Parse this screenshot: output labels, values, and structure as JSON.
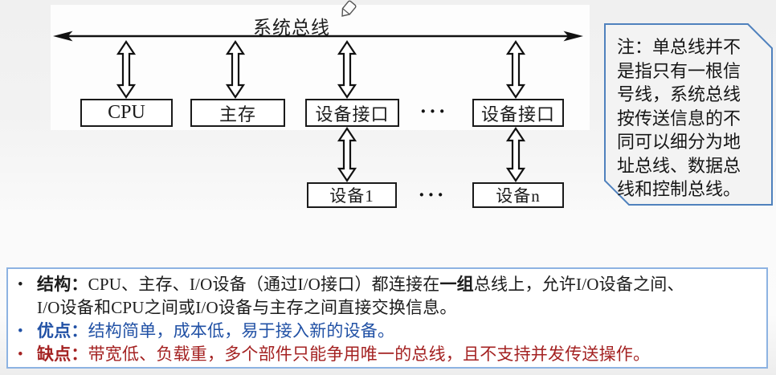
{
  "diagram": {
    "bus_label": "系统总线",
    "dots": "···",
    "row1": [
      {
        "label": "CPU"
      },
      {
        "label": "主存"
      },
      {
        "label": "设备接口"
      },
      {
        "label": "设备接口"
      }
    ],
    "row2": [
      {
        "label": "设备1"
      },
      {
        "label": "设备n"
      }
    ]
  },
  "note": {
    "text": "注：单总线并不\n是指只有一根信\n号线，系统总线\n按传送信息的不\n同可以细分为地\n址总线、数据总\n线和控制总线。"
  },
  "bullets": [
    {
      "marker": "•",
      "color": "#1c1c1c",
      "segments": [
        {
          "t": "结构：",
          "b": true
        },
        {
          "t": "CPU、主存、I/O设备（通过I/O接口）都连接在",
          "b": false
        },
        {
          "t": "一组",
          "b": true
        },
        {
          "t": "总线上，允许I/O设备之间、\nI/O设备和CPU之间或I/O设备与主存之间直接交换信息。",
          "b": false
        }
      ]
    },
    {
      "marker": "•",
      "color": "#2151a5",
      "segments": [
        {
          "t": "优点：",
          "b": true
        },
        {
          "t": "结构简单，成本低，易于接入新的设备。",
          "b": false
        }
      ]
    },
    {
      "marker": "•",
      "color": "#a42222",
      "segments": [
        {
          "t": "缺点：",
          "b": true
        },
        {
          "t": "带宽低、负载重，多个部件只能争用唯一的总线，且不支持并发传送操作。",
          "b": false
        }
      ]
    }
  ],
  "colors": {
    "note_border": "#4f81bd",
    "panel_border": "#8db3e2",
    "box_border": "#1a1a1a",
    "advantage_text": "#2151a5",
    "disadvantage_text": "#a42222"
  }
}
